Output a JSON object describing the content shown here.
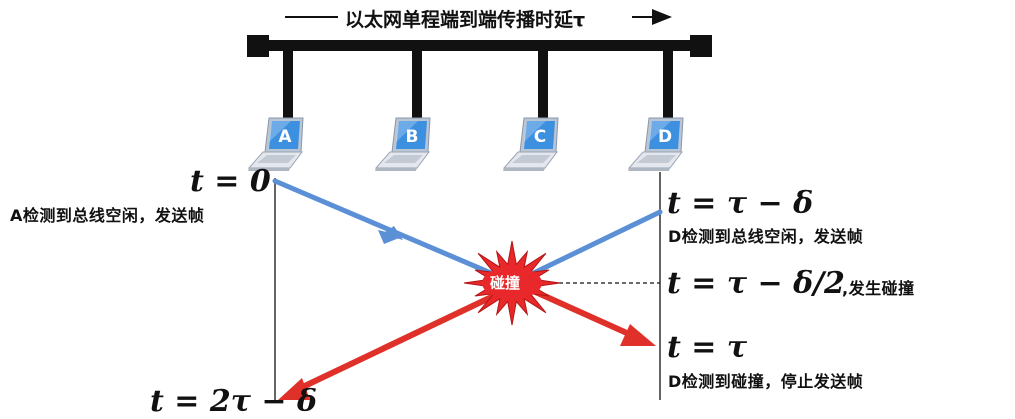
{
  "title": "以太网单程端到端传播时延τ",
  "stations": [
    {
      "label": "A"
    },
    {
      "label": "B"
    },
    {
      "label": "C"
    },
    {
      "label": "D"
    }
  ],
  "collision_label": "碰撞",
  "annotations": {
    "a_time": "t = 0",
    "a_event": "A检测到总线空闲，发送帧",
    "d_time1": "t = τ − δ",
    "d_event1": "D检测到总线空闲，发送帧",
    "collision_time": "t = τ − δ/2",
    "collision_event": ",发生碰撞",
    "d_time2": "t = τ",
    "d_event2": "D检测到碰撞，停止发送帧",
    "a_time2_partial": "t = 2τ − δ"
  },
  "colors": {
    "bus": "#111111",
    "signal_blue": "#5b8fd6",
    "signal_red": "#e0302a",
    "laptop_screen": "#3d8fe0",
    "burst": "#e8282a"
  },
  "icons": [
    "laptop-icon",
    "collision-burst-icon",
    "arrow-right-icon"
  ]
}
